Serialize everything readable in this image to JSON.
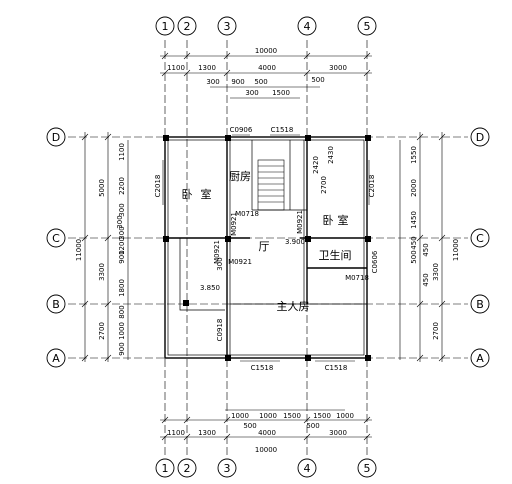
{
  "axes": {
    "vertical": [
      {
        "id": "col-1",
        "label": "1"
      },
      {
        "id": "col-2",
        "label": "2"
      },
      {
        "id": "col-3",
        "label": "3"
      },
      {
        "id": "col-4",
        "label": "4"
      },
      {
        "id": "col-5",
        "label": "5"
      }
    ],
    "horizontal": [
      {
        "id": "row-d",
        "label": "D"
      },
      {
        "id": "row-c",
        "label": "C"
      },
      {
        "id": "row-b",
        "label": "B"
      },
      {
        "id": "row-a",
        "label": "A"
      }
    ]
  },
  "dimensions": {
    "overall_top": "10000",
    "overall_bottom": "10000",
    "overall_left": "11000",
    "overall_right": "11000",
    "top_segments": [
      "1100",
      "1300",
      "4000",
      "3000"
    ],
    "bottom_segments": [
      "1100",
      "1300",
      "4000",
      "3000"
    ],
    "top_sub": [
      "300",
      "900",
      "500",
      "300",
      "1500",
      "500"
    ],
    "bottom_sub": [
      "1000",
      "1000",
      "1500",
      "1500",
      "1000",
      "500",
      "500"
    ],
    "left_outer": [
      "5000",
      "3300",
      "2700"
    ],
    "left_inner": [
      "1100",
      "2200",
      "300",
      "300",
      "1200",
      "900",
      "1800",
      "800",
      "1000",
      "900"
    ],
    "right_outer": [
      "3300",
      "2700"
    ],
    "right_inner": [
      "1550",
      "2000",
      "1450",
      "450",
      "450",
      "450",
      "500"
    ],
    "interior": [
      "2420",
      "2700",
      "2430",
      "300",
      "300"
    ]
  },
  "labels": {
    "bedroom_left": "卧",
    "bedroom_left_2": "室",
    "kitchen": "厨房",
    "bedroom_right": "卧",
    "bedroom_right_2": "室",
    "hall": "厅",
    "bathroom": "卫生间",
    "master": "主人房",
    "elev_3900": "3.900",
    "elev_3850": "3.850"
  },
  "codes": {
    "c0906": "C0906",
    "c1518_top": "C1518",
    "c2018_left": "C2018",
    "c2018_right": "C2018",
    "m0718_a": "M0718",
    "m0921_a": "M0921",
    "m0921_b": "M0921",
    "m0921_c": "M0921",
    "m0921_d": "M0921",
    "c0606": "C0606",
    "m0718_b": "M0718",
    "c0918": "C0918",
    "c1518_b1": "C1518",
    "c1518_b2": "C1518"
  },
  "colors": {
    "line": "#000000",
    "background": "#ffffff"
  }
}
